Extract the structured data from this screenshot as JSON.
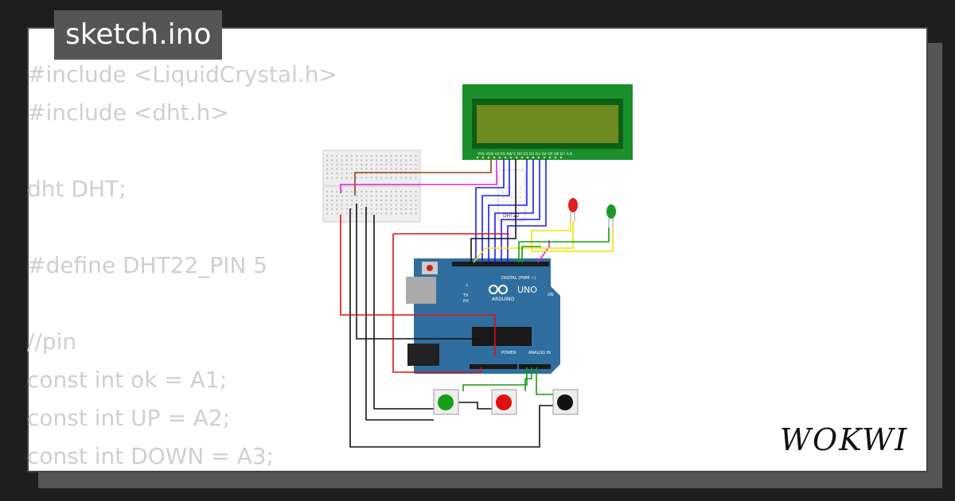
{
  "tab": {
    "filename": "sketch.ino"
  },
  "code": {
    "lines": [
      "#include <LiquidCrystal.h>",
      "#include <dht.h>",
      "",
      "dht DHT;",
      "",
      "#define DHT22_PIN 5",
      "",
      "//pin",
      "const int ok = A1;",
      "const int UP = A2;",
      "const int DOWN = A3;"
    ]
  },
  "components": {
    "lcd_pins": "VSS VDD V0 RS RW E D0 D1 D2 D3 D4 D5 D6 D7 A K",
    "sensor_label": "DHT22",
    "board": {
      "brand": "ARDUINO",
      "model": "UNO",
      "digital_label": "DIGITAL (PWM ~)",
      "power_label": "POWER",
      "analog_label": "ANALOG IN",
      "on_label": "ON",
      "l_label": "L",
      "tx_label": "TX",
      "rx_label": "RX"
    }
  },
  "brand": {
    "logo_text": "WOKWI"
  },
  "colors": {
    "background": "#1e1e1e",
    "card": "#ffffff",
    "tab": "#555555",
    "code_text": "#cfcfcf",
    "lcd_pcb": "#1b8f2b",
    "lcd_screen": "#6f8a1e",
    "arduino": "#2f6e9e",
    "wire_red": "#e01010",
    "wire_blue": "#1a1aff",
    "wire_yellow": "#f2e000",
    "wire_green": "#169b16",
    "wire_black": "#111111",
    "wire_brown": "#8b4513",
    "wire_magenta": "#e020e0"
  }
}
